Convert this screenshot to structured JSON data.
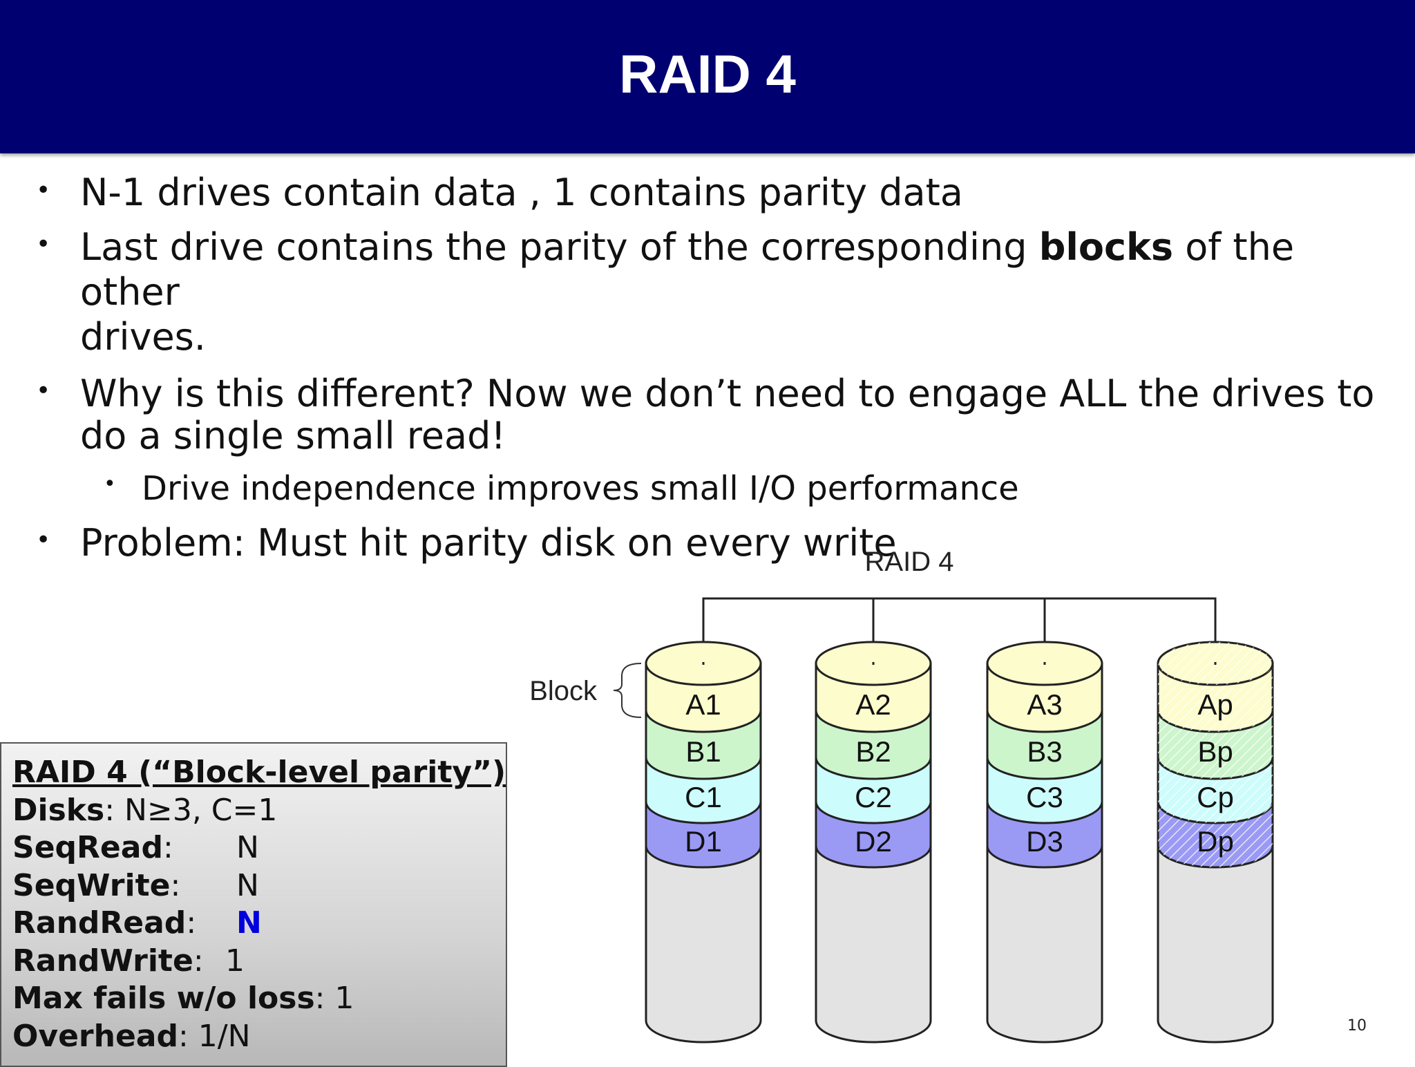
{
  "title": "RAID 4",
  "bullets": {
    "b1": "N-1 drives contain data , 1 contains parity data",
    "b2_pre": "Last drive contains the parity of the corresponding ",
    "b2_bold": "blocks",
    "b2_post": " of the",
    "b2_line2": "other",
    "b2_line3": "drives.",
    "b3_line1": "Why is this different? Now we don’t need to engage ALL the drives to",
    "b3_line2": "do a  single small read!",
    "sub1": "Drive independence improves small I/O performance",
    "b4": "Problem: Must hit parity disk on every write"
  },
  "stats": {
    "heading": "RAID 4 (“Block-level parity”) ",
    "disks_label": "Disks",
    "disks_value": ": N≥3, C=1",
    "seqread_label": "SeqRead",
    "seqread_value": "N",
    "seqwrite_label": "SeqWrite",
    "seqwrite_value": "N",
    "randread_label": "RandRead",
    "randread_value": "N",
    "randwrite_label": "RandWrite",
    "randwrite_value": "1",
    "maxfails_label": "Max fails w/o loss",
    "maxfails_value": ": 1",
    "overhead_label": "Overhead",
    "overhead_value": ": 1/N",
    "colon": ":"
  },
  "diagram": {
    "title": "RAID 4",
    "block_label": "Block",
    "disks": [
      {
        "blocks": [
          "A1",
          "B1",
          "C1",
          "D1"
        ],
        "parity": false
      },
      {
        "blocks": [
          "A2",
          "B2",
          "C2",
          "D2"
        ],
        "parity": false
      },
      {
        "blocks": [
          "A3",
          "B3",
          "C3",
          "D3"
        ],
        "parity": false
      },
      {
        "blocks": [
          "Ap",
          "Bp",
          "Cp",
          "Dp"
        ],
        "parity": true
      }
    ],
    "colors": [
      "#fdfccc",
      "#ccf5cc",
      "#ccfcfc",
      "#9a9af5"
    ],
    "body_color": "#e3e3e3"
  },
  "colors": {
    "header": "#000070",
    "highlight": "#0000dd"
  },
  "page_number": "10"
}
